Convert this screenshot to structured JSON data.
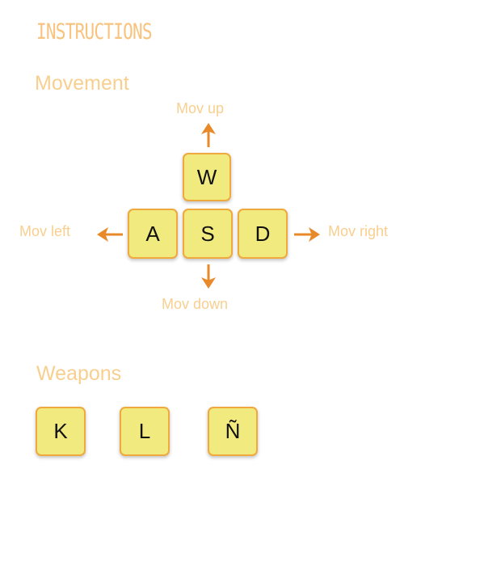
{
  "title": "INSTRUCTIONS",
  "movement": {
    "heading": "Movement",
    "keys": {
      "up": "W",
      "left": "A",
      "down": "S",
      "right": "D"
    },
    "labels": {
      "up": "Mov up",
      "left": "Mov left",
      "down": "Mov down",
      "right": "Mov right"
    }
  },
  "weapons": {
    "heading": "Weapons",
    "keys": [
      "K",
      "L",
      "Ñ"
    ]
  },
  "colors": {
    "title": "#f7c37e",
    "heading": "#f8cf8f",
    "key_fill": "#f1ea7e",
    "key_border": "#f0a93c",
    "arrow": "#e8892a"
  }
}
